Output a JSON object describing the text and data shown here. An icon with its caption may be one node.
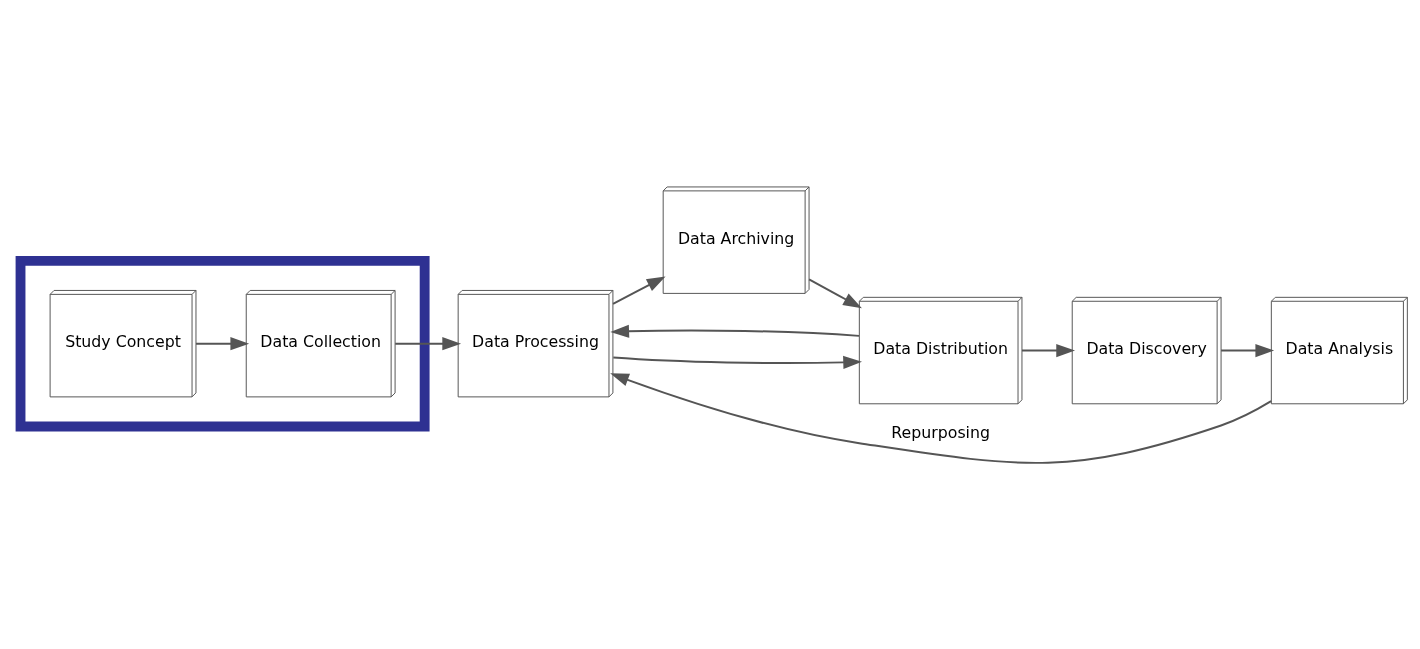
{
  "diagram": {
    "nodes": [
      {
        "text": [],
        "shape": "box"
      },
      {
        "text": [
          "Study Concept"
        ],
        "in": 0
      },
      {
        "text": [
          "Data Collection"
        ],
        "in": 0
      },
      {
        "text": [
          "Data Processing"
        ]
      },
      {
        "text": [
          "Data Archiving"
        ]
      },
      {
        "text": [
          "Data Distribution"
        ]
      },
      {
        "text": [
          "Data Discovery"
        ]
      },
      {
        "text": [
          "Data Analysis"
        ]
      }
    ],
    "edges": [
      {
        "from": 1,
        "to": 2,
        "arrow": "to"
      },
      {
        "from": 2,
        "to": 3,
        "arrow": "to"
      },
      {
        "from": 3,
        "to": 4,
        "arrow": "to"
      },
      {
        "from": 4,
        "to": 5,
        "arrow": "to"
      },
      {
        "from": 3,
        "to": 5,
        "arrow": "to"
      },
      {
        "from": 5,
        "to": 6,
        "arrow": "to"
      },
      {
        "from": 6,
        "to": 7,
        "arrow": "to"
      },
      {
        "from": 7,
        "to": 3,
        "arrow": "to",
        "label": "Repurposing"
      },
      {
        "from": 5,
        "to": 3,
        "arrow": "to"
      }
    ]
  }
}
